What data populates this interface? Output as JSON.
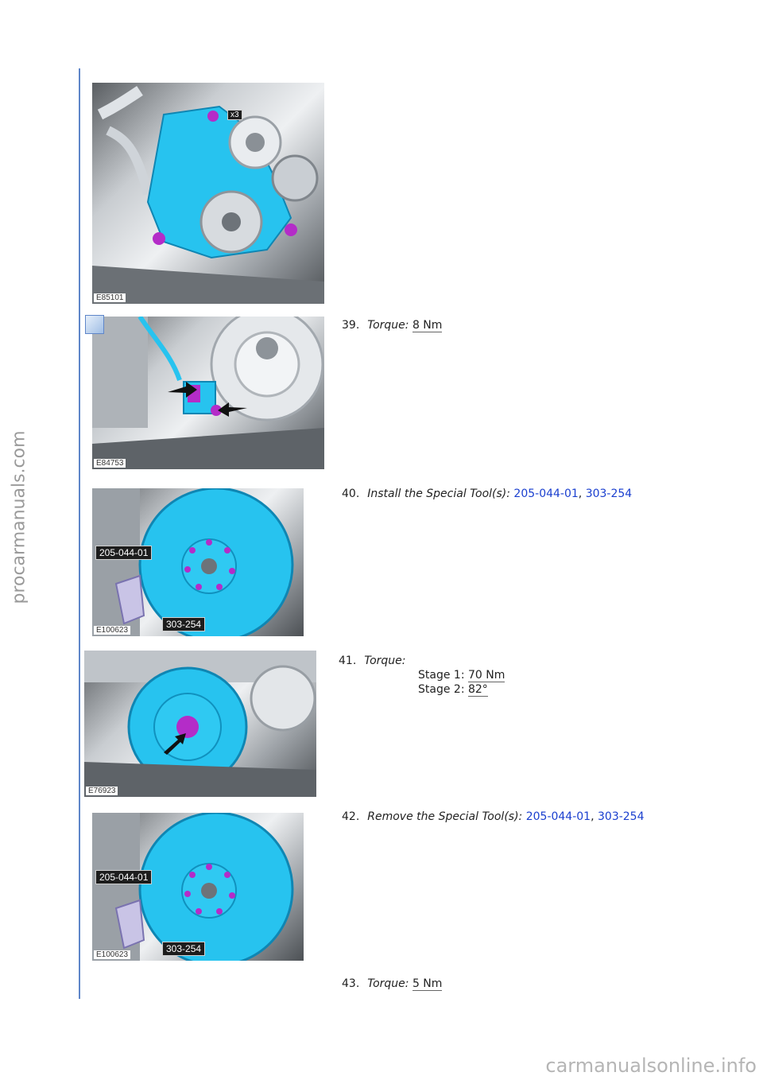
{
  "watermarks": {
    "side": "procarmanuals.com",
    "footer": "carmanualsonline.info"
  },
  "figures": [
    {
      "code": "E85101",
      "callouts": [
        "x3"
      ]
    },
    {
      "code": "E84753",
      "callouts": []
    },
    {
      "code": "E100623",
      "callouts": [
        "205-044-01",
        "303-254"
      ]
    },
    {
      "code": "E76923",
      "callouts": []
    },
    {
      "code": "E100623",
      "callouts": [
        "205-044-01",
        "303-254"
      ]
    }
  ],
  "steps": [
    {
      "number": "39.",
      "label": "Torque:",
      "value": "8 Nm"
    },
    {
      "number": "40.",
      "label": "Install the Special Tool(s):",
      "tool1": "205-044-01",
      "separator": ",",
      "tool2": "303-254"
    },
    {
      "number": "41.",
      "label": "Torque:",
      "stages": [
        {
          "label": "Stage 1:",
          "value": "70 Nm"
        },
        {
          "label": "Stage 2:",
          "value": "82°"
        }
      ]
    },
    {
      "number": "42.",
      "label": "Remove the Special Tool(s):",
      "tool1": "205-044-01",
      "separator": ",",
      "tool2": "303-254"
    },
    {
      "number": "43.",
      "label": "Torque:",
      "value": "5 Nm"
    }
  ],
  "colors": {
    "rule": "#5f86c9",
    "link": "#1a3fcf",
    "component": "#27c3ef",
    "bolt": "#b42cc8"
  }
}
